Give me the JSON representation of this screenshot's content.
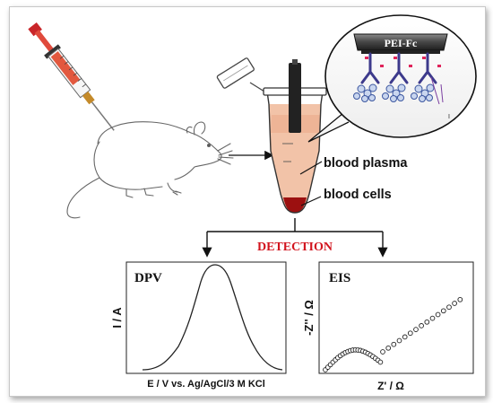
{
  "labels": {
    "electrode": "PEI-Fc",
    "plasma": "blood plasma",
    "cells": "blood cells",
    "detection": "DETECTION"
  },
  "dpv": {
    "title": "DPV",
    "ylabel": "I / A",
    "xlabel": "E / V vs. Ag/AgCl/3 M KCl"
  },
  "eis": {
    "title": "EIS",
    "ylabel": "-Z'' / Ω",
    "xlabel": "Z' / Ω"
  },
  "colors": {
    "detection": "#d2141e",
    "plasma": "#f3c7ae",
    "cells": "#9c1010",
    "electrode": "#3a3a3a"
  },
  "icons": [
    "syringe-icon",
    "rat-icon",
    "microtube-icon",
    "antibody-icon",
    "nanoparticle-icon"
  ]
}
